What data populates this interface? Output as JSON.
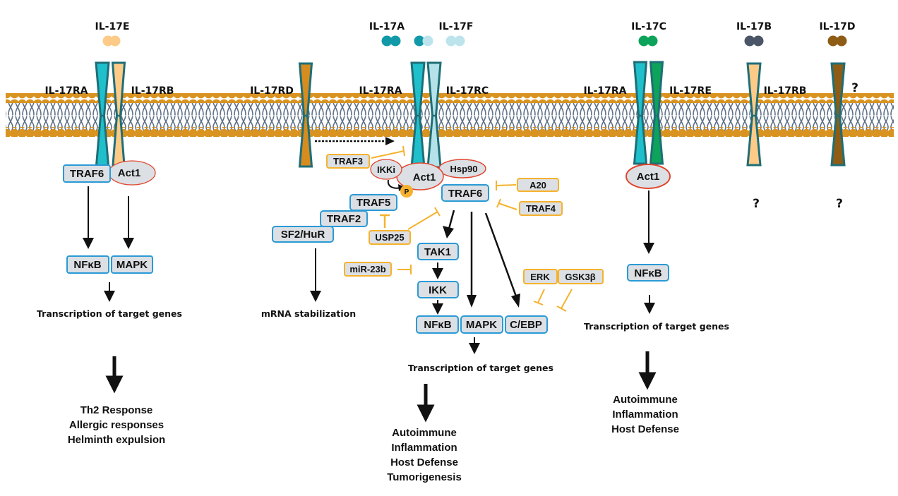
{
  "colors": {
    "membrane_head": "#D99320",
    "membrane_tail": "#5E7086",
    "receptor_outline": "#1F6E77",
    "il17ra": "#1FC0CC",
    "il17rb": "#FDCB87",
    "il17rc": "#B5E2E8",
    "il17rd": "#D68C1E",
    "il17re": "#0DA35A",
    "il17d_receptor": "#8E5C14",
    "blue_box_border": "#2A9AD6",
    "orange_box_border": "#F6B22E",
    "box_fill": "#DCE0E4",
    "act1_border": "#E0452E",
    "phospho": "#F6B22E",
    "inhibit_line": "#F6B22E"
  },
  "cytokines": [
    {
      "id": "il17e",
      "label": "IL-17E",
      "colors": [
        "#FDCB87",
        "#FDCB87"
      ]
    },
    {
      "id": "il17a",
      "label": "IL-17A",
      "colors": [
        "#1299A8",
        "#1299A8"
      ]
    },
    {
      "id": "il17af",
      "label": "",
      "colors": [
        "#1299A8",
        "#BDE4EC"
      ]
    },
    {
      "id": "il17f",
      "label": "IL-17F",
      "colors": [
        "#BDE4EC",
        "#BDE4EC"
      ]
    },
    {
      "id": "il17c",
      "label": "IL-17C",
      "colors": [
        "#0DA35A",
        "#0DA35A"
      ]
    },
    {
      "id": "il17b",
      "label": "IL-17B",
      "colors": [
        "#4B5568",
        "#4B5568"
      ]
    },
    {
      "id": "il17d",
      "label": "IL-17D",
      "colors": [
        "#8E5C14",
        "#8E5C14"
      ]
    }
  ],
  "receptor_labels": {
    "p1_ra": "IL-17RA",
    "p1_rb": "IL-17RB",
    "p2_rd": "IL-17RD",
    "p2_ra": "IL-17RA",
    "p2_rc": "IL-17RC",
    "p3_ra": "IL-17RA",
    "p3_re": "IL-17RE",
    "p4_rb": "IL-17RB",
    "p5_unknown": "?"
  },
  "pathway_il17e": {
    "traf6": "TRAF6",
    "act1": "Act1",
    "nfkb": "NFκB",
    "mapk": "MAPK",
    "transcription": "Transcription of target genes",
    "outcomes": [
      "Th2 Response",
      "Allergic responses",
      "Helminth expulsion"
    ]
  },
  "pathway_il17a": {
    "traf3": "TRAF3",
    "ikki": "IKKi",
    "act1": "Act1",
    "hsp90": "Hsp90",
    "phospho": "P",
    "traf6": "TRAF6",
    "a20": "A20",
    "traf4": "TRAF4",
    "traf5": "TRAF5",
    "traf2": "TRAF2",
    "sf2_hur": "SF2/HuR",
    "usp25": "USP25",
    "tak1": "TAK1",
    "mir23b": "miR-23b",
    "ikk": "IKK",
    "erk": "ERK",
    "gsk3b": "GSK3β",
    "nfkb": "NFκB",
    "mapk": "MAPK",
    "cebp": "C/EBP",
    "mrna": "mRNA stabilization",
    "transcription": "Transcription of target genes",
    "outcomes": [
      "Autoimmune",
      "Inflammation",
      "Host Defense",
      "Tumorigenesis"
    ]
  },
  "pathway_il17c": {
    "act1": "Act1",
    "nfkb": "NFκB",
    "transcription": "Transcription of target genes",
    "outcomes": [
      "Autoimmune",
      "Inflammation",
      "Host Defense"
    ]
  },
  "pathway_il17b": {
    "unknown": "?"
  },
  "pathway_il17d": {
    "unknown": "?"
  }
}
